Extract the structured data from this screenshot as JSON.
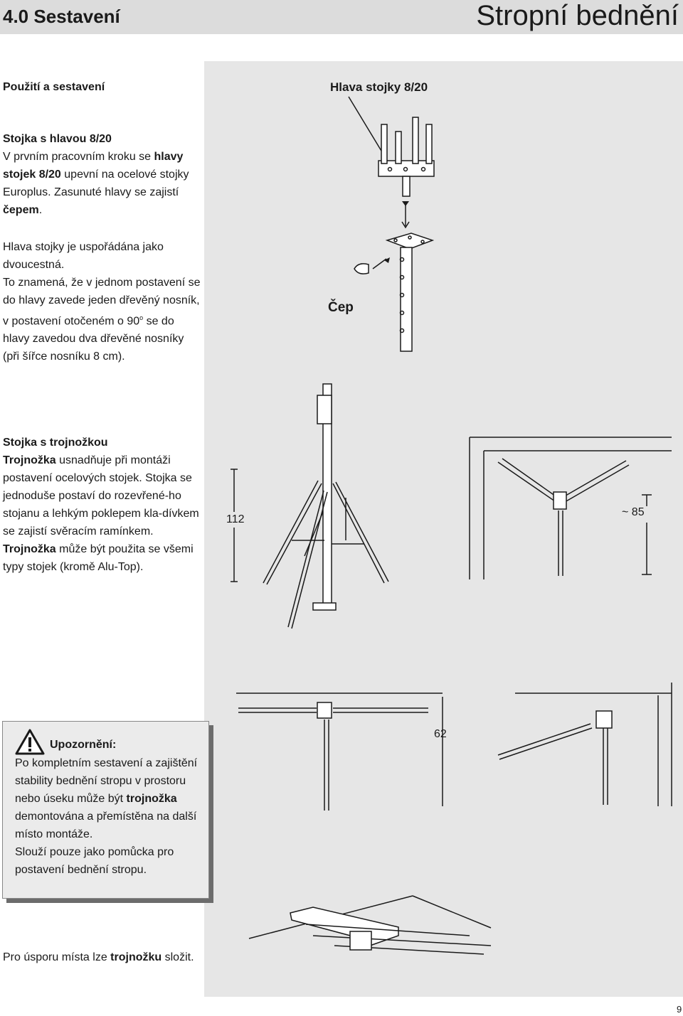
{
  "header": {
    "section": "4.0 Sestavení",
    "title": "Stropní bednění"
  },
  "left": {
    "usage_label": "Použití a sestavení",
    "block1": {
      "heading": "Stojka s hlavou 8/20",
      "p1": "V prvním pracovním kroku se ",
      "p1_bold": "hlavy stojek 8/20",
      "p2": " upevní na ocelové stojky Europlus. Zasunuté hlavy se zajistí ",
      "p2_bold": "čepem",
      "p3": "."
    },
    "block2": {
      "line1": "Hlava stojky je uspořádána jako dvoucestná.",
      "line2a": "To znamená, že v jednom postavení se do hlavy zavede jeden dřevěný nosník, v postavení otočeném o 90",
      "deg": "o",
      "line2b": " se do hlavy zavedou dva dřevěné nosníky (při šířce nosníku 8 cm)."
    },
    "block3": {
      "heading": "Stojka s trojnožkou",
      "b1": "Trojnožka",
      "t1": " usnadňuje při montáži postavení ocelových stojek. Stojka se jednoduše postaví do rozevřené-ho stojanu a lehkým poklepem kla-dívkem se zajistí svěracím ramínkem. ",
      "b2": "Trojnožka",
      "t2": " může být použita se všemi typy stojek (kromě Alu-Top)."
    }
  },
  "figures": {
    "head_title": "Hlava stojky 8/20",
    "cep_label": "Čep",
    "dim_112": "112",
    "dim_85": "~ 85",
    "dim_62": "62"
  },
  "warning": {
    "title": "Upozornění:",
    "text_a": "Po kompletním sestavení a zajištění stability bednění stropu v prostoru nebo úseku může být ",
    "text_bold": "trojnožka",
    "text_b": " demontována a přemístěna na další místo montáže.",
    "text_c": "Slouží pouze jako pomůcka pro postavení bednění stropu.",
    "icon": "warning-triangle-icon"
  },
  "fold_note": {
    "a": "Pro úsporu místa lze ",
    "bold": "trojnožku",
    "b": " složit."
  },
  "page_number": "9"
}
